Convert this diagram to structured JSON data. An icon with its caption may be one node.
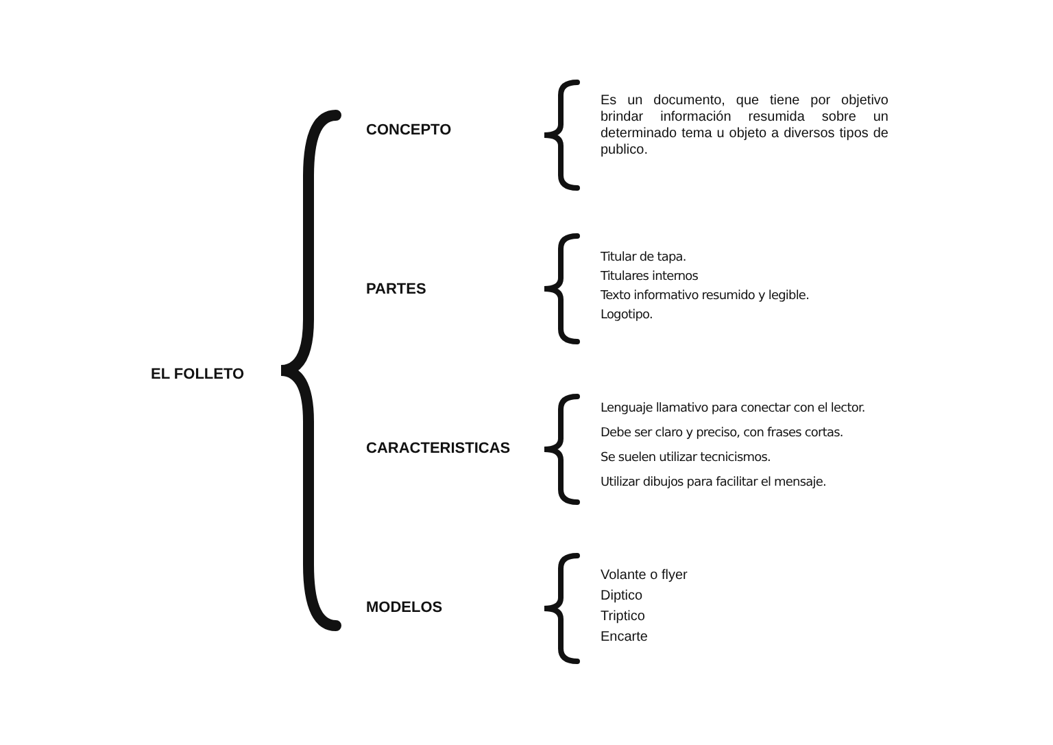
{
  "diagram": {
    "labels": [
      "EL FOLLETO",
      "CONCEPTO",
      "Es un documento, que tiene por objetivo brindar información resumida sobre un determinado tema u objeto a diversos tipos de publico.",
      "PARTES",
      "Titular de tapa.",
      "Titulares internos",
      "Texto informativo resumido y legible.",
      "Logotipo.",
      "CARACTERISTICAS",
      "Lenguaje llamativo para conectar con el lector.",
      "Debe ser claro y preciso, con frases cortas.",
      "Se suelen utilizar tecnicismos.",
      "Utilizar dibujos para facilitar el mensaje.",
      "MODELOS",
      "Volante o flyer",
      "Diptico",
      "Triptico",
      "Encarte"
    ]
  }
}
